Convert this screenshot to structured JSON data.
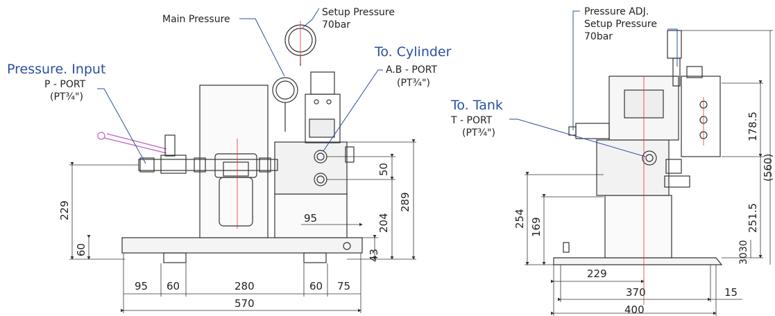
{
  "front_view": {
    "labels": {
      "main_pressure": "Main Pressure",
      "setup_pressure": "Setup Pressure",
      "setup_pressure_value": "70bar",
      "to_cylinder": "To. Cylinder",
      "ab_port": "A.B - PORT",
      "ab_port_size": "(PT¾\")",
      "pressure_input": "Pressure. Input",
      "p_port": "P - PORT",
      "p_port_size": "(PT¾\")"
    },
    "dims": {
      "d229": "229",
      "d60v": "60",
      "d50": "50",
      "d95v": "95",
      "d204": "204",
      "d289": "289",
      "d43": "43",
      "b95": "95",
      "b60a": "60",
      "b280": "280",
      "b60b": "60",
      "b75": "75",
      "b570": "570"
    }
  },
  "side_view": {
    "labels": {
      "pressure_adj": "Pressure ADJ.",
      "setup_pressure": "Setup Pressure",
      "setup_pressure_value": "70bar",
      "to_tank": "To. Tank",
      "t_port": "T - PORT",
      "t_port_size": "(PT¾\")"
    },
    "dims": {
      "d178_5": "178.5",
      "d560": "(560)",
      "d251_5": "251.5",
      "d254": "254",
      "d169": "169",
      "d3030": "3030",
      "b229": "229",
      "b370": "370",
      "b15": "15",
      "b400": "400"
    }
  }
}
